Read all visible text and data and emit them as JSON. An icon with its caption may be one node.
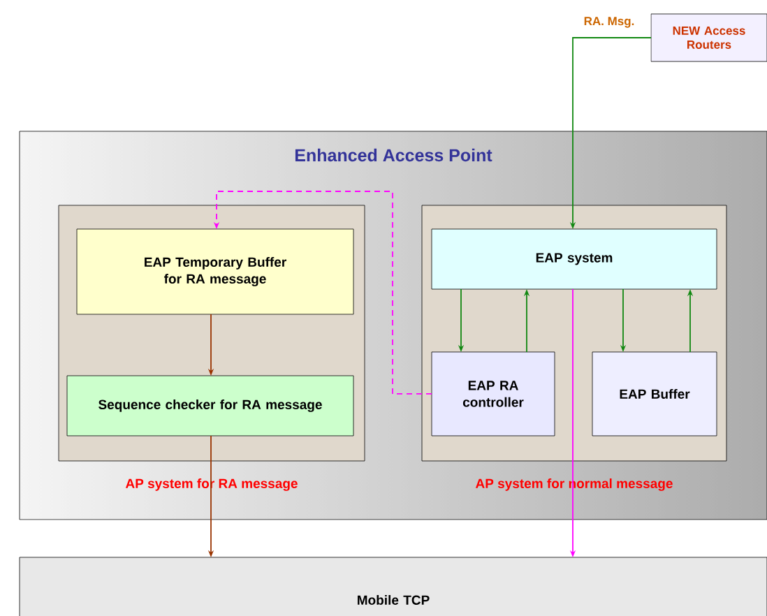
{
  "diagram": {
    "nodes": [
      {
        "text": [
          "NEW Access Routers"
        ]
      },
      {
        "text": [
          "Enhanced Access Point"
        ]
      },
      {
        "text": [
          "AP system for RA message"
        ],
        "in": 1
      },
      {
        "text": [
          "EAP Temporary Buffer for RA message"
        ],
        "in": 2
      },
      {
        "text": [
          "Sequence checker for RA message"
        ],
        "in": 2
      },
      {
        "text": [
          "AP system for  normal message"
        ],
        "in": 1
      },
      {
        "text": [
          "EAP system"
        ],
        "in": 5
      },
      {
        "text": [
          "EAP RA controller"
        ],
        "in": 5
      },
      {
        "text": [
          "EAP Buffer"
        ],
        "in": 5
      },
      {
        "text": [
          "Mobile TCP"
        ]
      }
    ],
    "edges": [
      {
        "from": 0,
        "to": 6,
        "arrow": "to",
        "label": "RA. Msg."
      },
      {
        "from": 3,
        "to": 4,
        "arrow": "to",
        "color": "#993300"
      },
      {
        "from": 4,
        "to": 9,
        "arrow": "to",
        "color": "#993300"
      },
      {
        "from": 6,
        "to": 7,
        "arrow": "to"
      },
      {
        "from": 7,
        "to": 6,
        "arrow": "to"
      },
      {
        "from": 6,
        "to": 8,
        "arrow": "to"
      },
      {
        "from": 8,
        "to": 6,
        "arrow": "to"
      },
      {
        "from": 7,
        "to": 3,
        "arrow": "to",
        "style": "dashed",
        "color": "#ff00ff"
      },
      {
        "from": 6,
        "to": 9,
        "arrow": "to",
        "color": "#ff00ff"
      }
    ]
  }
}
